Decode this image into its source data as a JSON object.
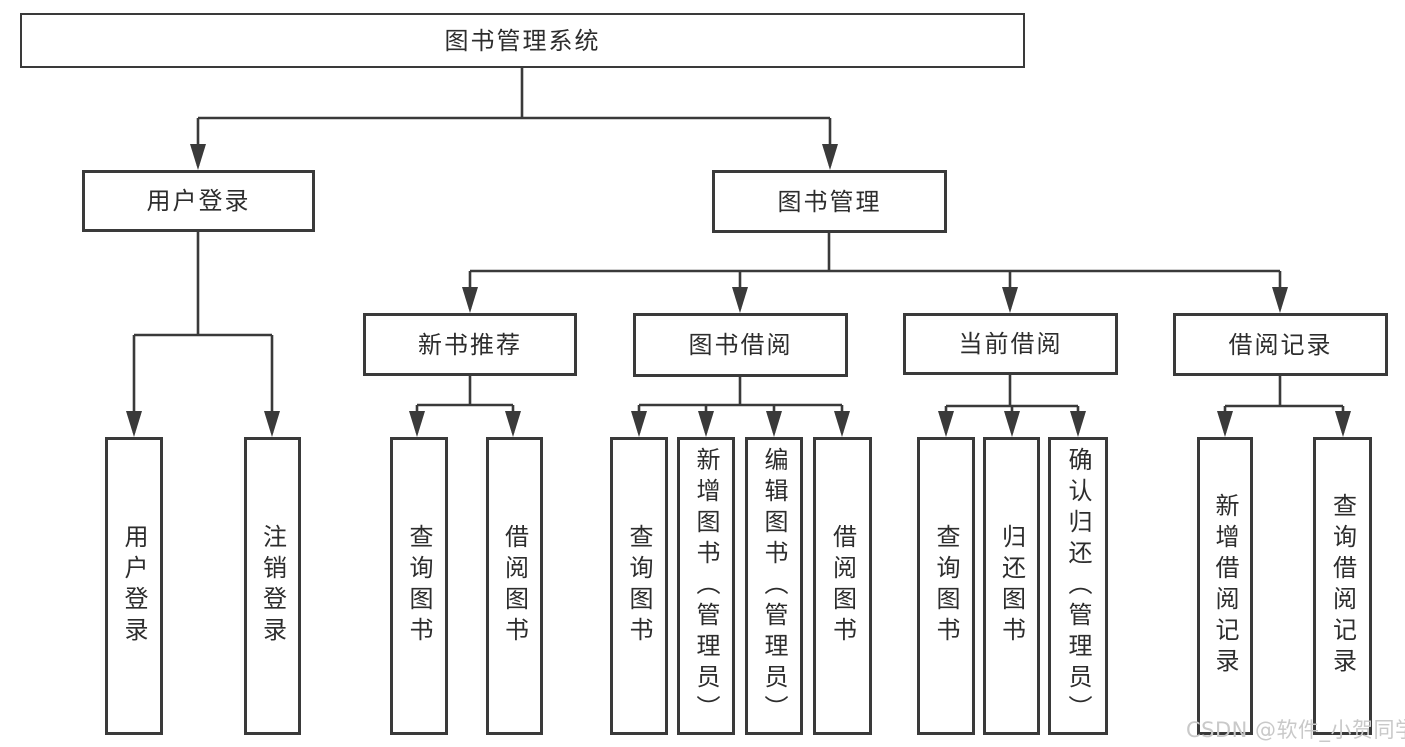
{
  "diagram": {
    "root": {
      "label": "图书管理系统"
    },
    "level2": [
      {
        "label": "用户登录"
      },
      {
        "label": "图书管理"
      }
    ],
    "level3": [
      {
        "label": "新书推荐"
      },
      {
        "label": "图书借阅"
      },
      {
        "label": "当前借阅"
      },
      {
        "label": "借阅记录"
      }
    ],
    "leaves": [
      {
        "label": "用户登录"
      },
      {
        "label": "注销登录"
      },
      {
        "label": "查询图书"
      },
      {
        "label": "借阅图书"
      },
      {
        "label": "查询图书"
      },
      {
        "label": "新增图书（管理员）"
      },
      {
        "label": "编辑图书（管理员）"
      },
      {
        "label": "借阅图书"
      },
      {
        "label": "查询图书"
      },
      {
        "label": "归还图书"
      },
      {
        "label": "确认归还（管理员）"
      },
      {
        "label": "新增借阅记录"
      },
      {
        "label": "查询借阅记录"
      }
    ],
    "watermark": "CSDN @软件_小贺同学"
  },
  "colors": {
    "line": "#3a3a3a",
    "text": "#2d2d2d",
    "watermark": "#c9c9c9",
    "background": "#ffffff"
  }
}
